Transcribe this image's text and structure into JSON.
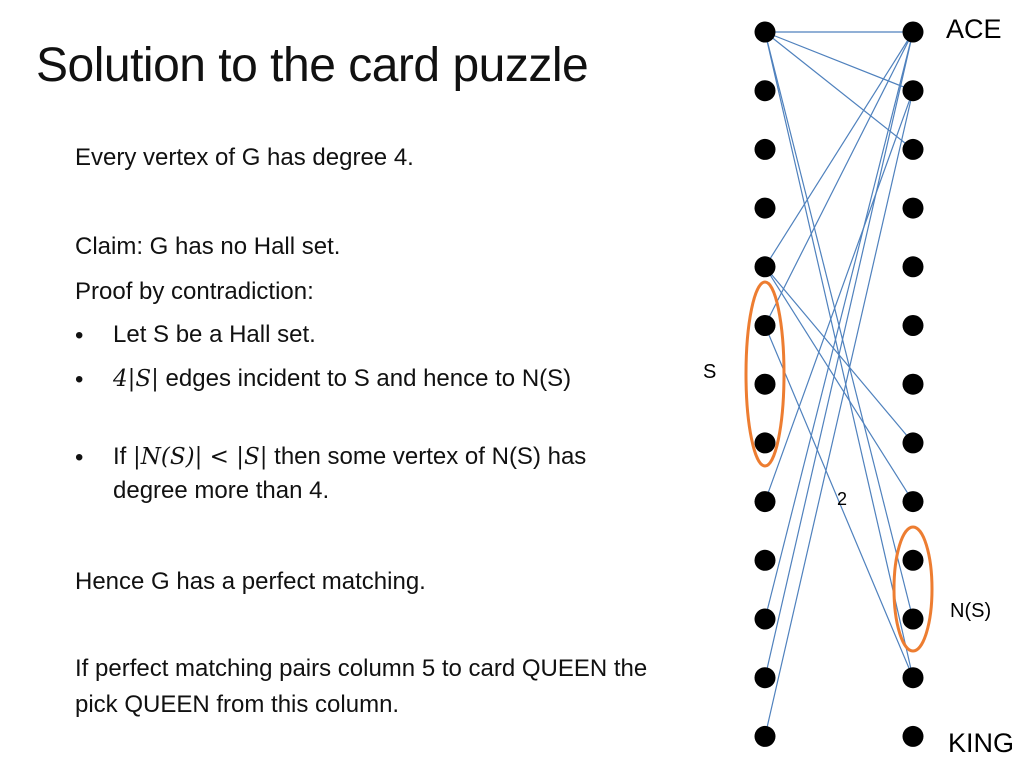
{
  "title": "Solution to the card puzzle",
  "body": {
    "p1": "Every vertex of G has degree 4.",
    "p2": "Claim: G has no Hall set.",
    "p3": "Proof by contradiction:",
    "bullets": {
      "b1": "Let S be a Hall set.",
      "b2_math": "4|S|",
      "b2_text": " edges incident to S and hence to N(S)",
      "b3_prefix": "If ",
      "b3_math": "|N(S)| < |S|",
      "b3_text": " then some vertex of N(S) has degree more than 4."
    },
    "p4": "Hence G has a perfect matching.",
    "p5": "If perfect matching pairs column 5 to card QUEEN the pick QUEEN from this column."
  },
  "graph": {
    "labels": {
      "top": "ACE",
      "bottom": "KING",
      "left_set": "S",
      "right_set": "N(S)",
      "edge_label": "2"
    },
    "left_vertex_count": 13,
    "right_vertex_count": 13,
    "edges": [
      [
        0,
        0
      ],
      [
        0,
        1
      ],
      [
        0,
        2
      ],
      [
        0,
        10
      ],
      [
        0,
        11
      ],
      [
        4,
        0
      ],
      [
        4,
        7
      ],
      [
        4,
        8
      ],
      [
        5,
        0
      ],
      [
        5,
        11
      ],
      [
        8,
        1
      ],
      [
        10,
        0
      ],
      [
        11,
        0
      ],
      [
        12,
        1
      ]
    ],
    "colors": {
      "vertex": "#000000",
      "edge": "#4f81bd",
      "highlight": "#ed7d31"
    }
  }
}
